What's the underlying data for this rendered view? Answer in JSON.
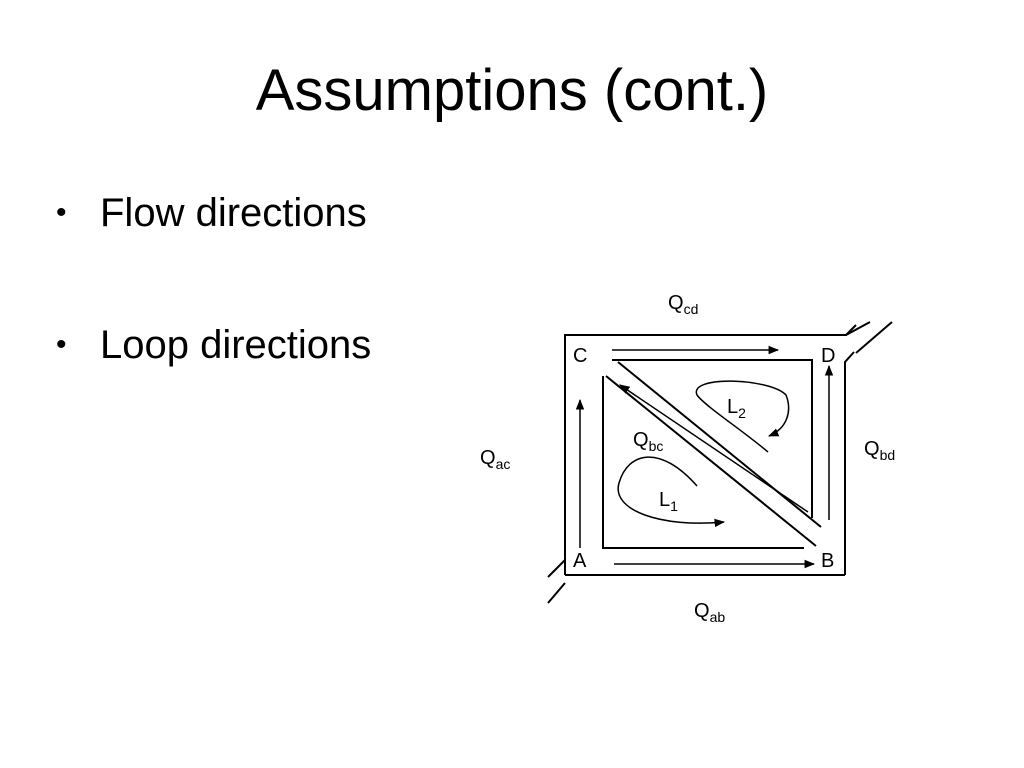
{
  "title": "Assumptions (cont.)",
  "bullets": [
    {
      "marker": "•",
      "text": "Flow directions"
    },
    {
      "marker": "•",
      "text": "Loop directions"
    }
  ],
  "diagram": {
    "nodes": {
      "a": "A",
      "b": "B",
      "c": "C",
      "d": "D"
    },
    "flows": {
      "cd": {
        "base": "Q",
        "sub": "cd"
      },
      "ac": {
        "base": "Q",
        "sub": "ac"
      },
      "bd": {
        "base": "Q",
        "sub": "bd"
      },
      "bc": {
        "base": "Q",
        "sub": "bc"
      },
      "ab": {
        "base": "Q",
        "sub": "ab"
      }
    },
    "loops": {
      "l1": {
        "base": "L",
        "sub": "1"
      },
      "l2": {
        "base": "L",
        "sub": "2"
      }
    }
  }
}
